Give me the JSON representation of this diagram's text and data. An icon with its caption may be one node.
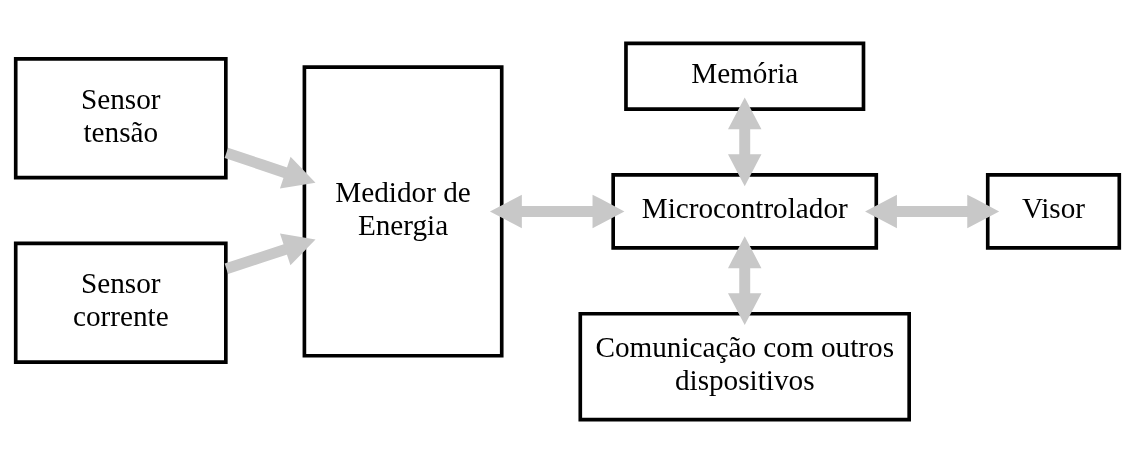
{
  "diagram": {
    "nodes": [
      {
        "text": [
          "Sensor tensão"
        ]
      },
      {
        "text": [
          "Sensor corrente"
        ]
      },
      {
        "text": [
          "Medidor de Energia"
        ]
      },
      {
        "text": [
          "Memória"
        ]
      },
      {
        "text": [
          "Microcontrolador"
        ]
      },
      {
        "text": [
          "Visor"
        ]
      },
      {
        "text": [
          "Comunicação com outros dispositivos"
        ]
      }
    ],
    "edges": [
      {
        "from": 0,
        "to": 2,
        "arrow": "to"
      },
      {
        "from": 1,
        "to": 2,
        "arrow": "to"
      },
      {
        "from": 2,
        "to": 4,
        "arrow": "both"
      },
      {
        "from": 3,
        "to": 4,
        "arrow": "both"
      },
      {
        "from": 4,
        "to": 5,
        "arrow": "both"
      },
      {
        "from": 4,
        "to": 6,
        "arrow": "both"
      }
    ]
  }
}
